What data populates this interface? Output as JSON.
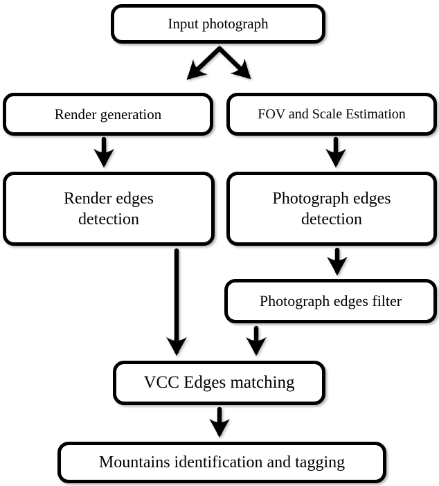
{
  "diagram": {
    "type": "flowchart",
    "nodes": {
      "input": {
        "label": "Input photograph"
      },
      "render_gen": {
        "label": "Render generation"
      },
      "fov_scale": {
        "label": "FOV and Scale Estimation"
      },
      "render_edges": {
        "label": "Render edges detection"
      },
      "photo_edges": {
        "label": "Photograph edges detection"
      },
      "photo_filter": {
        "label": "Photograph edges filter"
      },
      "vcc_matching": {
        "label": "VCC Edges matching"
      },
      "mountains": {
        "label": "Mountains identification and tagging"
      }
    },
    "edges": [
      {
        "from": "Input photograph",
        "to": "Render generation"
      },
      {
        "from": "Input photograph",
        "to": "FOV and Scale Estimation"
      },
      {
        "from": "Render generation",
        "to": "Render edges detection"
      },
      {
        "from": "FOV and Scale Estimation",
        "to": "Photograph edges detection"
      },
      {
        "from": "Photograph edges detection",
        "to": "Photograph edges filter"
      },
      {
        "from": "Render edges detection",
        "to": "VCC Edges matching"
      },
      {
        "from": "Photograph edges filter",
        "to": "VCC Edges matching"
      },
      {
        "from": "VCC Edges matching",
        "to": "Mountains identification and tagging"
      }
    ],
    "colors": {
      "border": "#000000",
      "fill": "#ffffff",
      "background": "#ffffff",
      "text": "#000000"
    }
  }
}
